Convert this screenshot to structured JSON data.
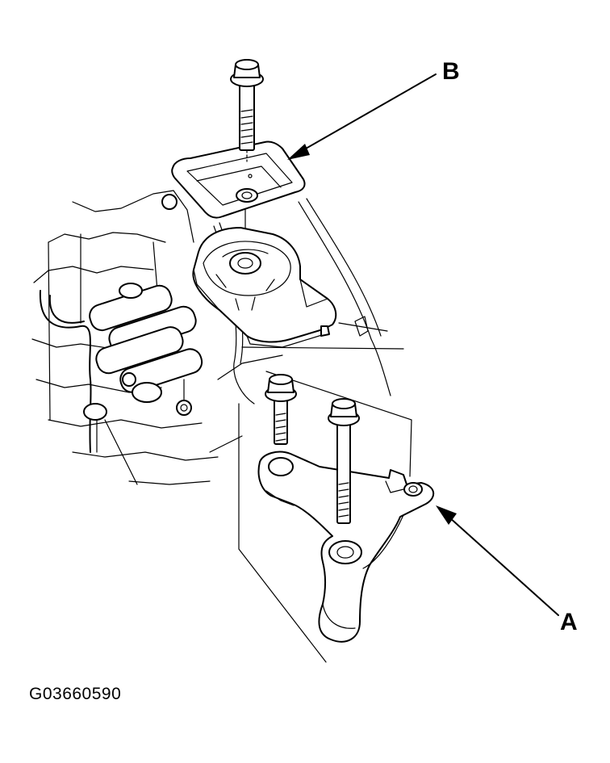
{
  "figure": {
    "id": "G03660590",
    "callouts": {
      "a": "A",
      "b": "B"
    }
  },
  "parts": {
    "bracket_b": "stopper-bracket",
    "bracket_a": "mount-bracket",
    "mount": "rubber-mount",
    "bolts": [
      "upper-bolt",
      "short-bolt",
      "long-bolt"
    ]
  },
  "colors": {
    "line": "#000000",
    "background": "#ffffff"
  }
}
